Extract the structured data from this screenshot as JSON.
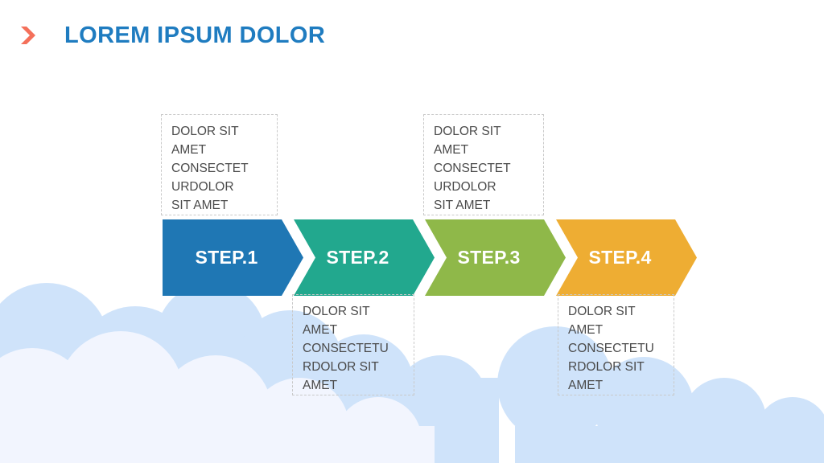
{
  "slide": {
    "title": "LOREM IPSUM DOLOR",
    "bullet_icon": "chevron-right-icon",
    "title_color": "#1f7cc0",
    "bullet_color": "#f4705a",
    "background_color": "#ffffff"
  },
  "decoration": {
    "cloud_back_color": "#cfe3fa",
    "cloud_front_color": "#f2f5fe"
  },
  "steps": [
    {
      "label": "STEP.1",
      "color": "#1f77b4"
    },
    {
      "label": "STEP.2",
      "color": "#22a88e"
    },
    {
      "label": "STEP.3",
      "color": "#8fb849"
    },
    {
      "label": "STEP.4",
      "color": "#eead33"
    }
  ],
  "callouts": [
    {
      "position": "above",
      "lines": [
        "DOLOR SIT",
        "AMET",
        "CONSECTET",
        "URDOLOR",
        "SIT AMET"
      ]
    },
    {
      "position": "below",
      "lines": [
        "DOLOR SIT",
        "AMET",
        "CONSECTETU",
        "RDOLOR SIT",
        "AMET"
      ]
    },
    {
      "position": "above",
      "lines": [
        "DOLOR SIT",
        "AMET",
        "CONSECTET",
        "URDOLOR",
        "SIT AMET"
      ]
    },
    {
      "position": "below",
      "lines": [
        "DOLOR SIT",
        "AMET",
        "CONSECTETU",
        "RDOLOR SIT",
        "AMET"
      ]
    }
  ]
}
